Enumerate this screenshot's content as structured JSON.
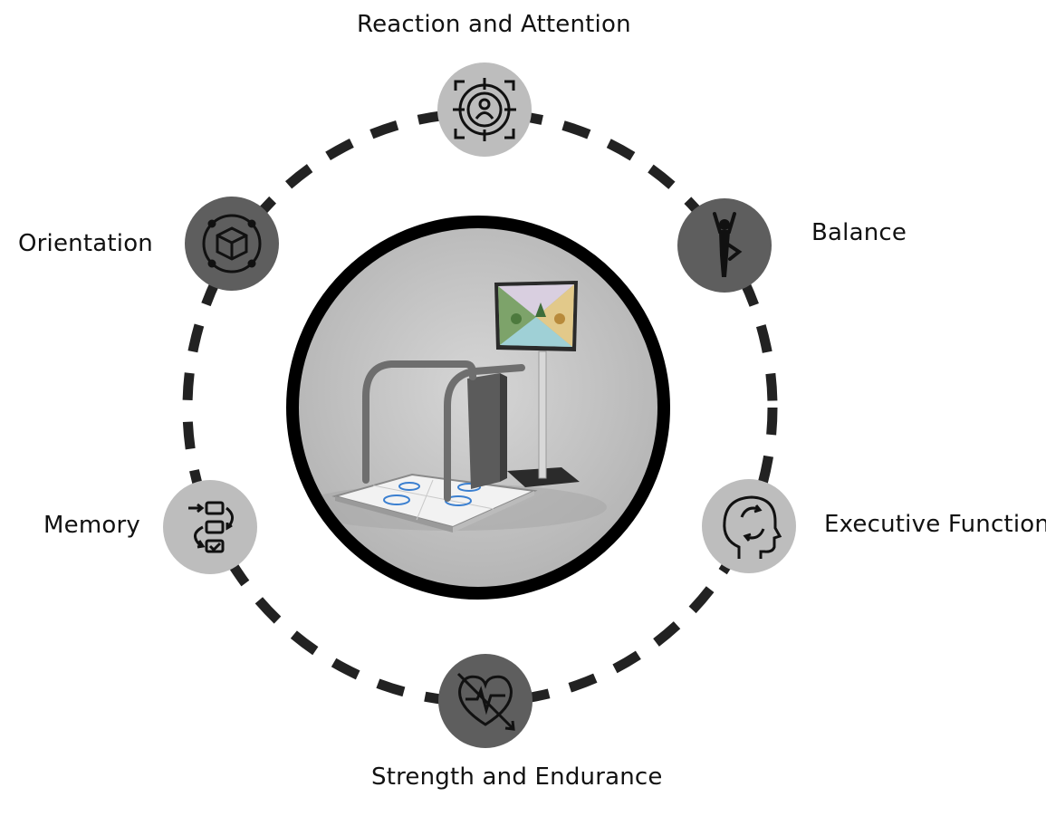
{
  "diagram": {
    "center_image": "balance-training-platform-with-handrails-and-screen",
    "nodes": [
      {
        "id": "reaction",
        "label": "Reaction and Attention",
        "icon": "target-person-icon",
        "fill": "#bdbdbd"
      },
      {
        "id": "balance",
        "label": "Balance",
        "icon": "yoga-tree-pose-icon",
        "fill": "#5e5e5e"
      },
      {
        "id": "executive",
        "label": "Executive Function",
        "icon": "head-cycle-icon",
        "fill": "#bdbdbd"
      },
      {
        "id": "strength",
        "label": "Strength and Endurance",
        "icon": "heart-pulse-icon",
        "fill": "#5e5e5e"
      },
      {
        "id": "memory",
        "label": "Memory",
        "icon": "checklist-flow-icon",
        "fill": "#bdbdbd"
      },
      {
        "id": "orientation",
        "label": "Orientation",
        "icon": "cube-orbit-icon",
        "fill": "#5e5e5e"
      }
    ],
    "colors": {
      "ring": "#000000",
      "dashes": "#222222",
      "center_bg": "#c4c4c4"
    }
  }
}
